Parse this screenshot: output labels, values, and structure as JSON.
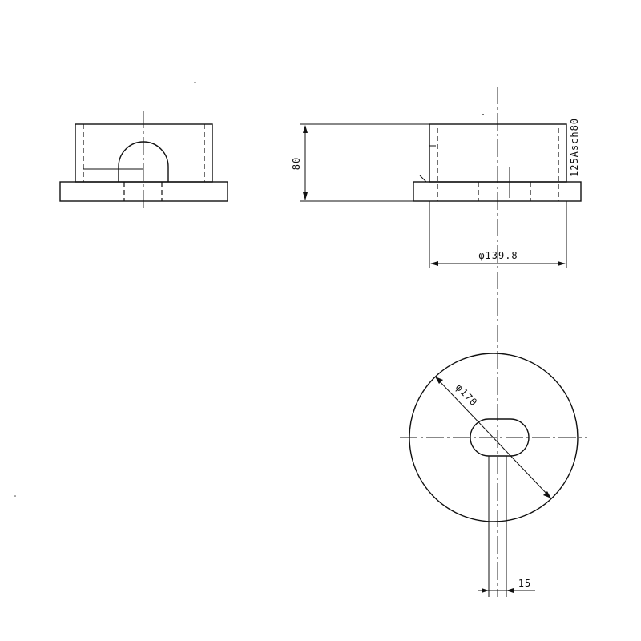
{
  "drawing": {
    "dimensions": {
      "height": "80",
      "pipe_diameter": "φ139.8",
      "pipe_spec": "125Asch80",
      "flange_diameter": "φ170",
      "slot_width": "15"
    }
  }
}
